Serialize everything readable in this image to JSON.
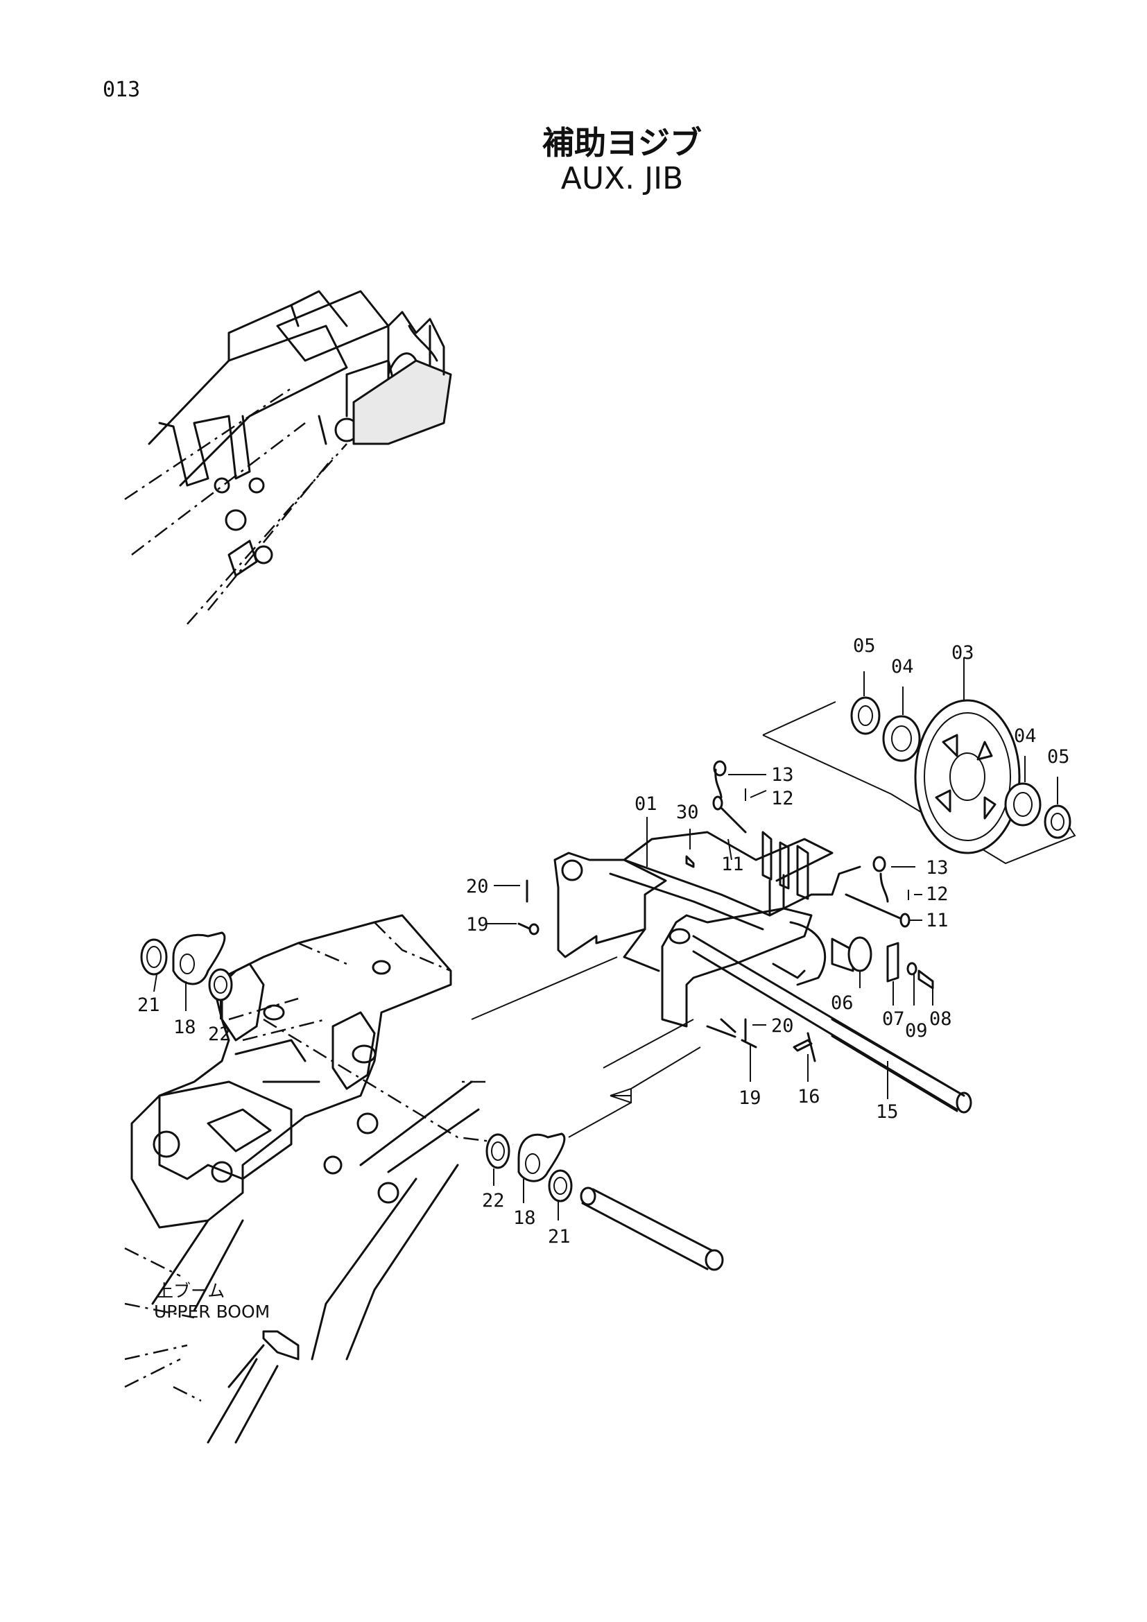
{
  "page": {
    "number": "013"
  },
  "title": {
    "japanese": "補助ヨジブ",
    "english": "AUX. JIB"
  },
  "annotation": {
    "japanese": "上ブーム",
    "english": "UPPER BOOM"
  },
  "callouts": [
    {
      "id": "c-05a",
      "text": "05"
    },
    {
      "id": "c-04a",
      "text": "04"
    },
    {
      "id": "c-03",
      "text": "03"
    },
    {
      "id": "c-04b",
      "text": "04"
    },
    {
      "id": "c-05b",
      "text": "05"
    },
    {
      "id": "c-13a",
      "text": "13"
    },
    {
      "id": "c-12a",
      "text": "12"
    },
    {
      "id": "c-01",
      "text": "01"
    },
    {
      "id": "c-30",
      "text": "30"
    },
    {
      "id": "c-11a",
      "text": "11"
    },
    {
      "id": "c-13b",
      "text": "13"
    },
    {
      "id": "c-12b",
      "text": "12"
    },
    {
      "id": "c-11b",
      "text": "11"
    },
    {
      "id": "c-20a",
      "text": "20"
    },
    {
      "id": "c-19a",
      "text": "19"
    },
    {
      "id": "c-21a",
      "text": "21"
    },
    {
      "id": "c-18a",
      "text": "18"
    },
    {
      "id": "c-22a",
      "text": "22"
    },
    {
      "id": "c-06",
      "text": "06"
    },
    {
      "id": "c-07",
      "text": "07"
    },
    {
      "id": "c-09",
      "text": "09"
    },
    {
      "id": "c-08",
      "text": "08"
    },
    {
      "id": "c-20b",
      "text": "20"
    },
    {
      "id": "c-19b",
      "text": "19"
    },
    {
      "id": "c-16",
      "text": "16"
    },
    {
      "id": "c-15",
      "text": "15"
    },
    {
      "id": "c-22b",
      "text": "22"
    },
    {
      "id": "c-18b",
      "text": "18"
    },
    {
      "id": "c-21b",
      "text": "21"
    }
  ]
}
